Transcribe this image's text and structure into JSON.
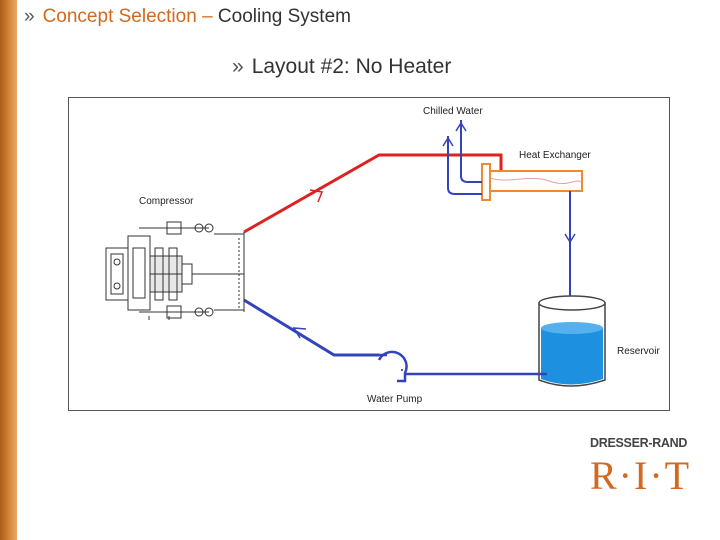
{
  "header": {
    "bullet": "»",
    "title_part1": "Concept Selection –",
    "title_part2": "Cooling System"
  },
  "subheader": {
    "bullet": "»",
    "text": "Layout #2: No Heater"
  },
  "diagram": {
    "labels": {
      "chilled_water": "Chilled Water",
      "heat_exchanger": "Heat Exchanger",
      "compressor": "Compressor",
      "reservoir": "Reservoir",
      "water_pump": "Water Pump"
    },
    "colors": {
      "hot_line": "#dd2222",
      "cold_line": "#3344bb",
      "heat_exchanger": "#f08a30",
      "water": "#1e90e0",
      "outline": "#555555"
    }
  },
  "logo": {
    "company": "DRESSER-RAND",
    "school": "R·I·T"
  }
}
